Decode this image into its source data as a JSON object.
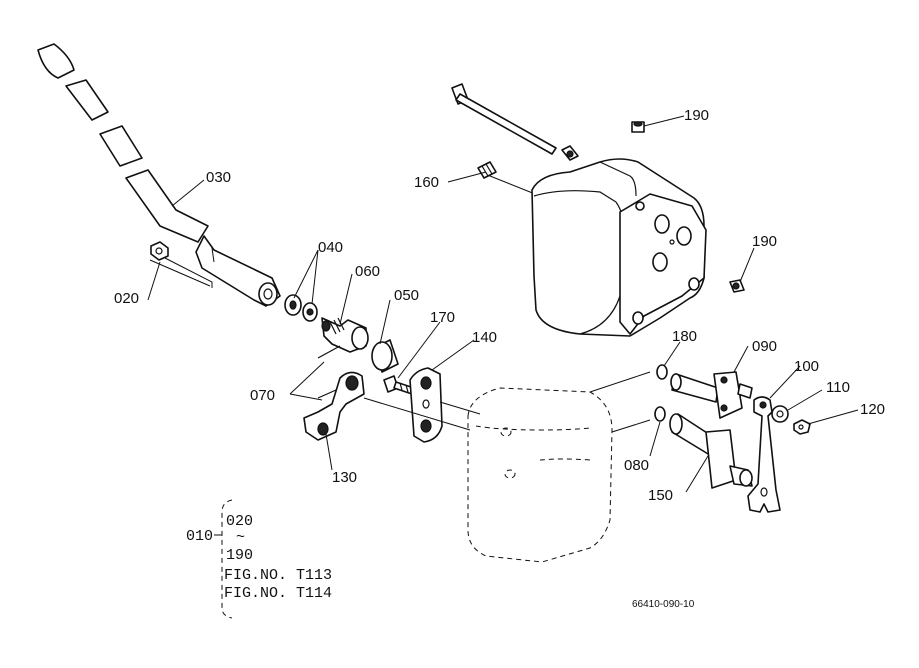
{
  "labels": {
    "p010": "010",
    "p020": "020",
    "p030": "030",
    "p040": "040",
    "p050": "050",
    "p060": "060",
    "p070": "070",
    "p080": "080",
    "p090": "090",
    "p100": "100",
    "p110": "110",
    "p120": "120",
    "p130": "130",
    "p140": "140",
    "p150": "150",
    "p160": "160",
    "p170": "170",
    "p180": "180",
    "p190a": "190",
    "p190b": "190"
  },
  "legend": {
    "from": "020",
    "tilde": "~",
    "to": "190",
    "fig1": "FIG.NO. T113",
    "fig2": "FIG.NO. T114"
  },
  "drawing_code": "66410-090-10"
}
